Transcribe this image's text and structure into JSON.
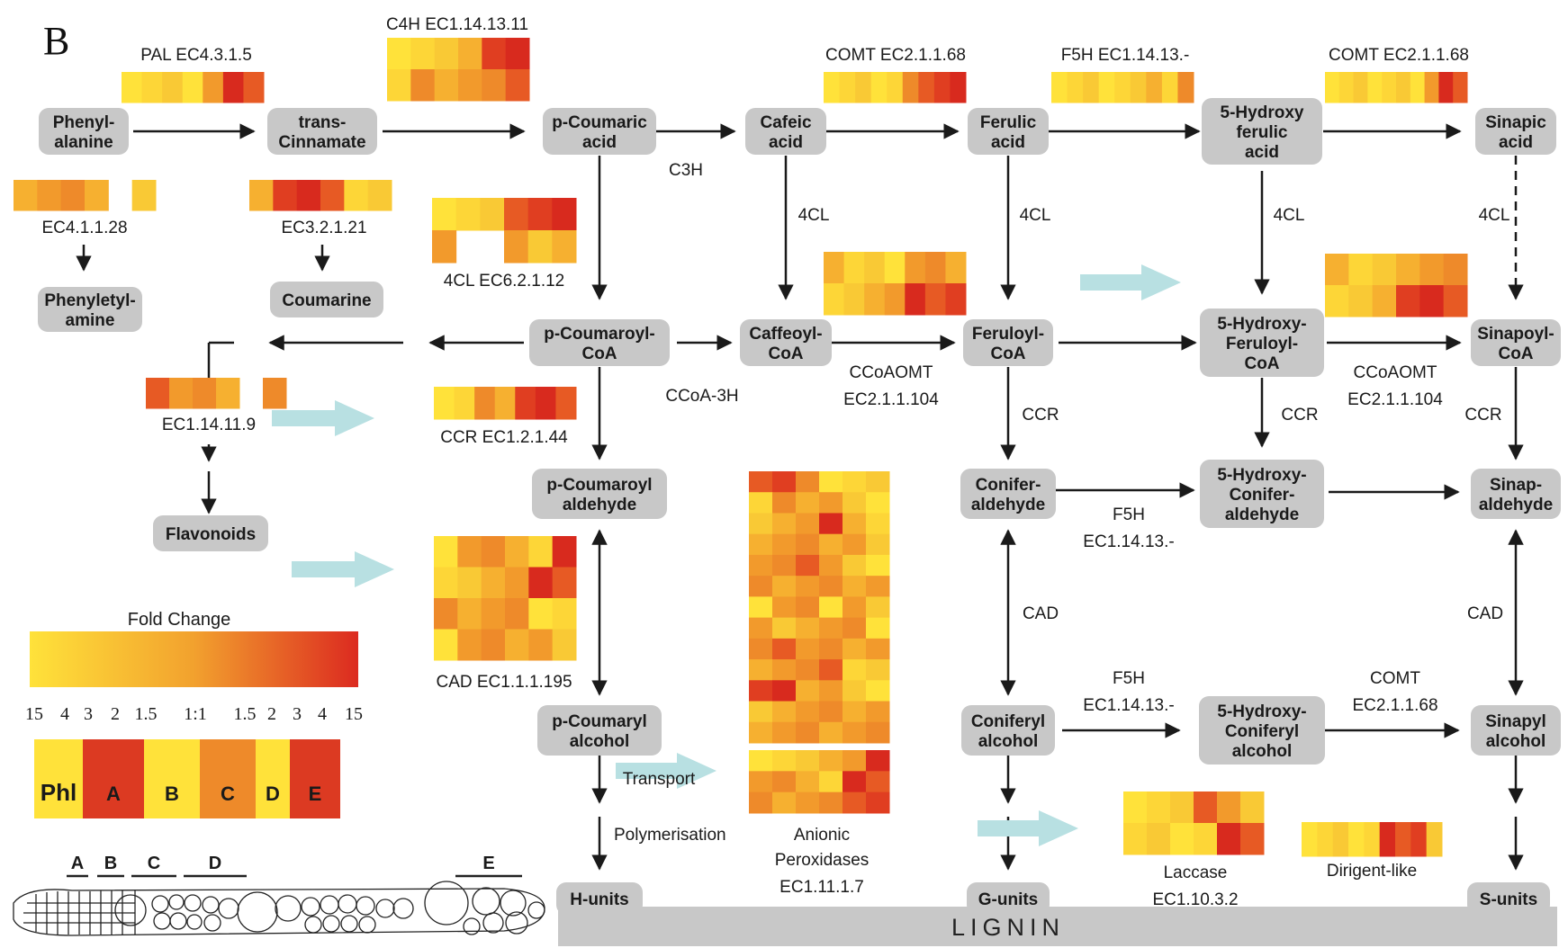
{
  "panel_letter": "B",
  "colors": {
    "node_fill": "#c8c8c8",
    "arrow": "#1a1a1a",
    "highlight_arrow": "#b8e0e2",
    "scale_low": "#ffe23a",
    "scale_mid": "#f2a12e",
    "scale_high": "#dc2a20"
  },
  "nodes": [
    {
      "id": "phenylalanine",
      "lines": [
        "Phenyl-",
        "alanine"
      ]
    },
    {
      "id": "trans-cinnamate",
      "lines": [
        "trans-",
        "Cinnamate"
      ]
    },
    {
      "id": "p-coumaric-acid",
      "lines": [
        "p-Coumaric",
        "acid"
      ]
    },
    {
      "id": "cafeic-acid",
      "lines": [
        "Cafeic",
        "acid"
      ]
    },
    {
      "id": "ferulic-acid",
      "lines": [
        "Ferulic",
        "acid"
      ]
    },
    {
      "id": "5-hydroxy-ferulic-acid",
      "lines": [
        "5-Hydroxy",
        "ferulic",
        "acid"
      ]
    },
    {
      "id": "sinapic-acid",
      "lines": [
        "Sinapic",
        "acid"
      ]
    },
    {
      "id": "phenylethylamine",
      "lines": [
        "Phenyletyl-",
        "amine"
      ]
    },
    {
      "id": "coumarine",
      "lines": [
        "Coumarine"
      ]
    },
    {
      "id": "p-coumaroyl-coa",
      "lines": [
        "p-Coumaroyl-",
        "CoA"
      ]
    },
    {
      "id": "caffeoyl-coa",
      "lines": [
        "Caffeoyl-",
        "CoA"
      ]
    },
    {
      "id": "feruloyl-coa",
      "lines": [
        "Feruloyl-",
        "CoA"
      ]
    },
    {
      "id": "5-hydroxy-feruloyl-coa",
      "lines": [
        "5-Hydroxy-",
        "Feruloyl-",
        "CoA"
      ]
    },
    {
      "id": "sinapoyl-coa",
      "lines": [
        "Sinapoyl-",
        "CoA"
      ]
    },
    {
      "id": "flavonoids",
      "lines": [
        "Flavonoids"
      ]
    },
    {
      "id": "p-coumaroyl-aldehyde",
      "lines": [
        "p-Coumaroyl",
        "aldehyde"
      ]
    },
    {
      "id": "coniferaldehyde",
      "lines": [
        "Conifer-",
        "aldehyde"
      ]
    },
    {
      "id": "5-hydroxy-coniferaldehyde",
      "lines": [
        "5-Hydroxy-",
        "Conifer-",
        "aldehyde"
      ]
    },
    {
      "id": "sinapaldehyde",
      "lines": [
        "Sinap-",
        "aldehyde"
      ]
    },
    {
      "id": "p-coumaryl-alcohol",
      "lines": [
        "p-Coumaryl",
        "alcohol"
      ]
    },
    {
      "id": "coniferyl-alcohol",
      "lines": [
        "Coniferyl",
        "alcohol"
      ]
    },
    {
      "id": "5-hydroxy-coniferyl-alcohol",
      "lines": [
        "5-Hydroxy-",
        "Coniferyl",
        "alcohol"
      ]
    },
    {
      "id": "sinapyl-alcohol",
      "lines": [
        "Sinapyl",
        "alcohol"
      ]
    },
    {
      "id": "h-units",
      "lines": [
        "H-units"
      ]
    },
    {
      "id": "g-units",
      "lines": [
        "G-units"
      ]
    },
    {
      "id": "s-units",
      "lines": [
        "S-units"
      ]
    }
  ],
  "lignin_label": "LIGNIN",
  "enzyme_labels": [
    {
      "id": "pal",
      "text": "PAL  EC4.3.1.5"
    },
    {
      "id": "c4h",
      "text": "C4H  EC1.14.13.11"
    },
    {
      "id": "comt-1",
      "text": "COMT  EC2.1.1.68"
    },
    {
      "id": "f5h-1",
      "text": "F5H  EC1.14.13.-"
    },
    {
      "id": "comt-2",
      "text": "COMT  EC2.1.1.68"
    },
    {
      "id": "ec4-1-1-28",
      "text": "EC4.1.1.28"
    },
    {
      "id": "ec3-2-1-21",
      "text": "EC3.2.1.21"
    },
    {
      "id": "c3h",
      "text": "C3H"
    },
    {
      "id": "4cl-1",
      "text": "4CL"
    },
    {
      "id": "4cl-2",
      "text": "4CL"
    },
    {
      "id": "4cl-3",
      "text": "4CL"
    },
    {
      "id": "4cl-4",
      "text": "4CL"
    },
    {
      "id": "4cl-ec",
      "text": "4CL  EC6.2.1.12"
    },
    {
      "id": "ec1-14-11-9",
      "text": "EC1.14.11.9"
    },
    {
      "id": "ccr-ec",
      "text": "CCR  EC1.2.1.44"
    },
    {
      "id": "ccoa-3h",
      "text": "CCoA-3H"
    },
    {
      "id": "ccoaomt-1",
      "text": "CCoAOMT"
    },
    {
      "id": "ccoaomt-1-ec",
      "text": "EC2.1.1.104"
    },
    {
      "id": "ccoaomt-2",
      "text": "CCoAOMT"
    },
    {
      "id": "ccoaomt-2-ec",
      "text": "EC2.1.1.104"
    },
    {
      "id": "ccr-1",
      "text": "CCR"
    },
    {
      "id": "ccr-2",
      "text": "CCR"
    },
    {
      "id": "ccr-3",
      "text": "CCR"
    },
    {
      "id": "f5h-2",
      "text": "F5H"
    },
    {
      "id": "f5h-2-ec",
      "text": "EC1.14.13.-"
    },
    {
      "id": "cad-1",
      "text": "CAD"
    },
    {
      "id": "cad-2",
      "text": "CAD"
    },
    {
      "id": "cad-ec",
      "text": "CAD  EC1.1.1.195"
    },
    {
      "id": "f5h-3",
      "text": "F5H"
    },
    {
      "id": "f5h-3-ec",
      "text": "EC1.14.13.-"
    },
    {
      "id": "comt-3",
      "text": "COMT"
    },
    {
      "id": "comt-3-ec",
      "text": "EC2.1.1.68"
    },
    {
      "id": "transport",
      "text": "Transport"
    },
    {
      "id": "polymerisation",
      "text": "Polymerisation"
    },
    {
      "id": "anionic-1",
      "text": "Anionic"
    },
    {
      "id": "anionic-2",
      "text": "Peroxidases"
    },
    {
      "id": "anionic-3",
      "text": "EC1.11.1.7"
    },
    {
      "id": "laccase",
      "text": "Laccase"
    },
    {
      "id": "laccase-ec",
      "text": "EC1.10.3.2"
    },
    {
      "id": "dirigent",
      "text": "Dirigent-like"
    }
  ],
  "legend": {
    "title": "Fold Change",
    "ticks": [
      "15",
      "4",
      "3",
      "2",
      "1.5",
      "1:1",
      "1.5",
      "2",
      "3",
      "4",
      "15"
    ],
    "samples": [
      "Phl",
      "A",
      "B",
      "C",
      "D",
      "E"
    ],
    "tissue_labels": [
      "A",
      "B",
      "C",
      "D",
      "E"
    ]
  },
  "heatmaps": [
    {
      "id": "pal",
      "rows": [
        [
          1,
          1,
          1,
          1,
          2,
          3,
          3
        ]
      ]
    },
    {
      "id": "c4h",
      "rows": [
        [
          1,
          1,
          1,
          2,
          3,
          3
        ],
        [
          1,
          2,
          2,
          2,
          2,
          3
        ]
      ]
    },
    {
      "id": "comt-1",
      "rows": [
        [
          1,
          1,
          1,
          1,
          1,
          2,
          3,
          3,
          3
        ]
      ]
    },
    {
      "id": "f5h-1",
      "rows": [
        [
          1,
          1,
          1,
          1,
          1,
          1,
          2,
          1,
          2
        ]
      ]
    },
    {
      "id": "comt-2",
      "rows": [
        [
          1,
          1,
          1,
          1,
          1,
          1,
          1,
          2,
          3,
          3
        ]
      ]
    },
    {
      "id": "ec4-1-1-28",
      "rows": [
        [
          2,
          2,
          2,
          2,
          0,
          1
        ]
      ]
    },
    {
      "id": "ec3-2-1-21",
      "rows": [
        [
          2,
          3,
          3,
          3,
          1,
          1
        ]
      ]
    },
    {
      "id": "4cl",
      "rows": [
        [
          1,
          1,
          1,
          3,
          3,
          3
        ],
        [
          2,
          0,
          0,
          2,
          1,
          2
        ]
      ]
    },
    {
      "id": "ccoaomt-1",
      "rows": [
        [
          2,
          1,
          1,
          1,
          2,
          2,
          2
        ],
        [
          1,
          1,
          2,
          2,
          3,
          3,
          3
        ]
      ]
    },
    {
      "id": "ccoaomt-2",
      "rows": [
        [
          2,
          1,
          1,
          2,
          2,
          2
        ],
        [
          1,
          1,
          2,
          3,
          3,
          3
        ]
      ]
    },
    {
      "id": "ec1-14-11-9",
      "rows": [
        [
          3,
          2,
          2,
          2,
          0,
          2
        ]
      ]
    },
    {
      "id": "ccr",
      "rows": [
        [
          1,
          1,
          2,
          2,
          3,
          3,
          3
        ]
      ]
    },
    {
      "id": "cad",
      "rows": [
        [
          1,
          2,
          2,
          2,
          1,
          3
        ],
        [
          1,
          1,
          2,
          2,
          3,
          3
        ],
        [
          2,
          2,
          2,
          2,
          1,
          1
        ],
        [
          1,
          2,
          2,
          2,
          2,
          1
        ]
      ]
    },
    {
      "id": "peroxidases",
      "rows": [
        [
          3,
          3,
          2,
          1,
          1,
          1
        ],
        [
          1,
          2,
          2,
          2,
          1,
          1
        ],
        [
          1,
          2,
          2,
          3,
          2,
          1
        ],
        [
          2,
          2,
          2,
          2,
          2,
          1
        ],
        [
          2,
          2,
          3,
          2,
          1,
          1
        ],
        [
          2,
          2,
          2,
          2,
          2,
          2
        ],
        [
          1,
          2,
          2,
          1,
          2,
          1
        ],
        [
          2,
          1,
          2,
          2,
          2,
          1
        ],
        [
          2,
          3,
          2,
          2,
          2,
          2
        ],
        [
          2,
          2,
          2,
          3,
          1,
          1
        ],
        [
          3,
          3,
          2,
          2,
          1,
          1
        ],
        [
          1,
          2,
          2,
          2,
          2,
          2
        ],
        [
          2,
          2,
          2,
          2,
          2,
          2
        ]
      ]
    },
    {
      "id": "peroxidases-2",
      "rows": [
        [
          1,
          1,
          1,
          2,
          2,
          3
        ],
        [
          2,
          2,
          2,
          1,
          3,
          3
        ],
        [
          2,
          2,
          2,
          2,
          3,
          3
        ]
      ]
    },
    {
      "id": "laccase",
      "rows": [
        [
          1,
          1,
          1,
          3,
          2,
          1
        ],
        [
          1,
          1,
          1,
          1,
          3,
          3
        ]
      ]
    },
    {
      "id": "dirigent",
      "rows": [
        [
          1,
          1,
          1,
          1,
          1,
          3,
          3,
          3,
          1
        ]
      ]
    }
  ]
}
